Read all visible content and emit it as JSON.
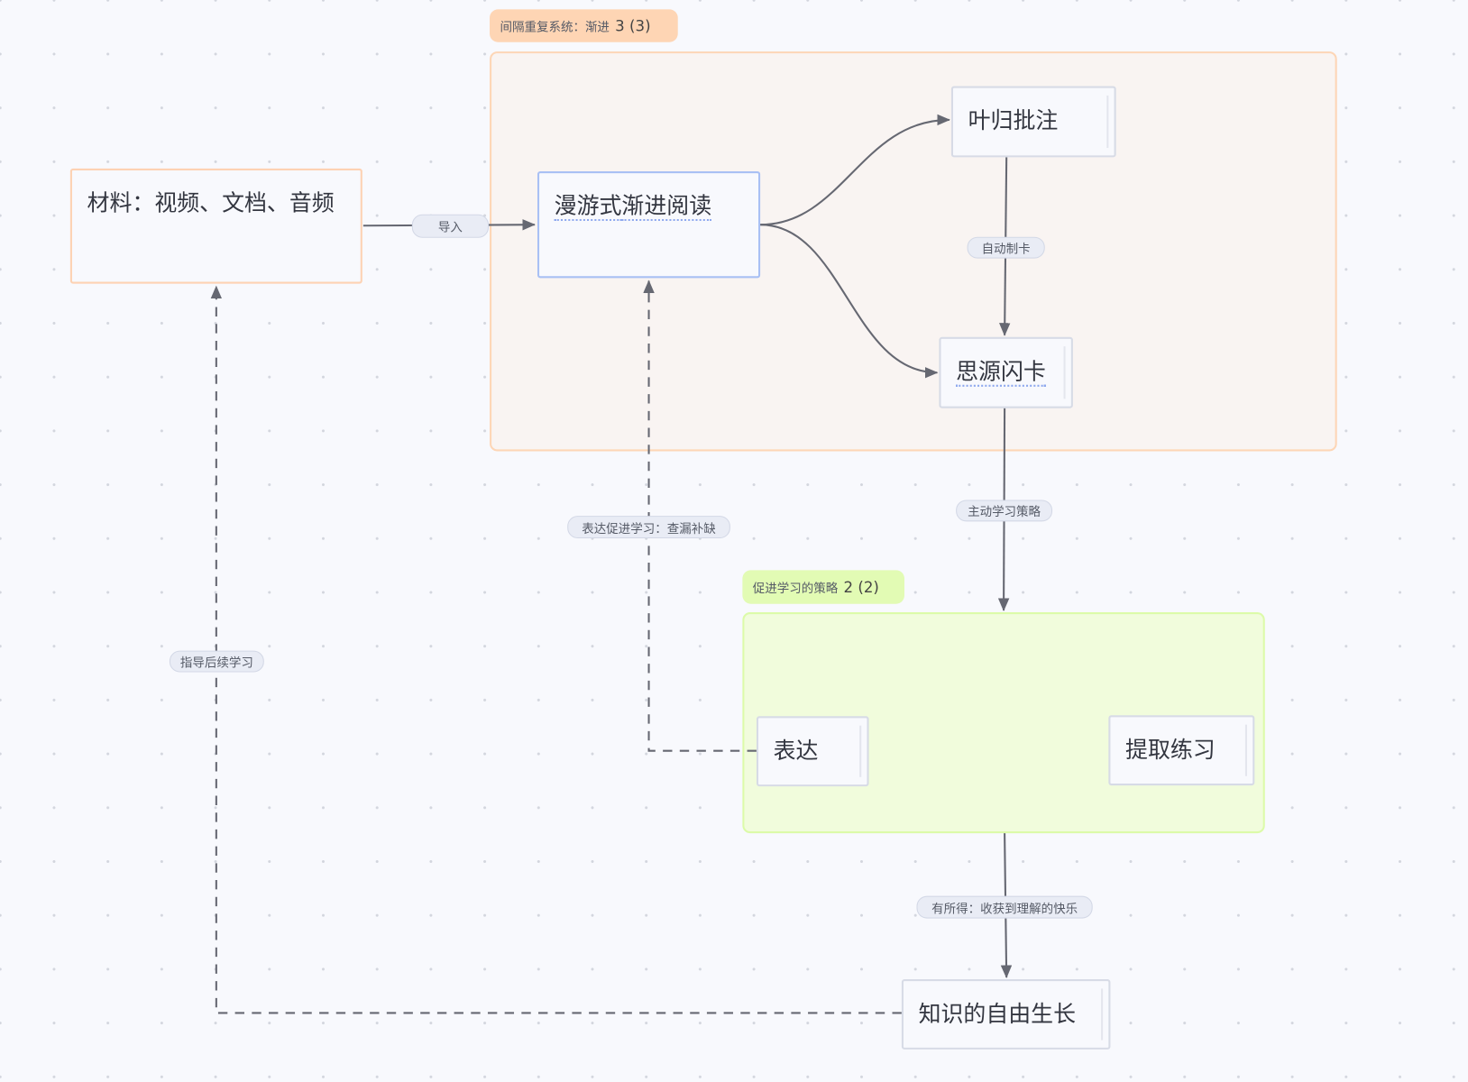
{
  "groups": [
    {
      "label": "间隔重复系统：渐进",
      "count": "3 (3)",
      "color": "#fdd3b1"
    },
    {
      "label": "促进学习的策略",
      "count": "2 (2)",
      "color": "#dffbaa"
    }
  ],
  "nodes": {
    "material": "材料：视频、文档、音频",
    "reading_a": "漫游式",
    "reading_b": "渐进阅读",
    "annotation": "叶归批注",
    "flashcard": "思源闪卡",
    "express": "表达",
    "retrieval": "提取练习",
    "growth": "知识的自由生长"
  },
  "edges": {
    "import": "导入",
    "auto_card": "自动制卡",
    "active_strategy": "主动学习策略",
    "express_learning": "表达促进学习：查漏补缺",
    "guide": "指导后续学习",
    "gain": "有所得：收获到理解的快乐"
  }
}
